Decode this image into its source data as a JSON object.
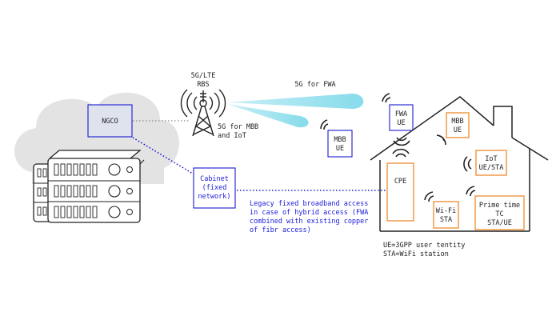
{
  "ngco": {
    "label": "NGCO"
  },
  "rbs": {
    "label_line1": "5G/LTE",
    "label_line2": "RBS"
  },
  "beams": {
    "fwa_label": "5G for FWA",
    "mbb_label_line1": "5G for MBB",
    "mbb_label_line2": "and IoT"
  },
  "cabinet": {
    "line1": "Cabinet",
    "line2": "(fixed",
    "line3": "network)"
  },
  "legacy_note": {
    "line1": "Legacy fixed broadband access",
    "line2": "in case of hybrid access (FWA",
    "line3": "combined with existing copper",
    "line4": "of fibr access)"
  },
  "mbb_ue_outside": {
    "line1": "MBB",
    "line2": "UE"
  },
  "house": {
    "fwa_ue": {
      "line1": "FWA",
      "line2": "UE"
    },
    "mbb_ue": {
      "line1": "MBB",
      "line2": "UE"
    },
    "iot": {
      "line1": "IoT",
      "line2": "UE/STA"
    },
    "cpe": {
      "line1": "CPE"
    },
    "wifi_sta": {
      "line1": "Wi-Fi",
      "line2": "STA"
    },
    "prime_time": {
      "line1": "Prime time",
      "line2": "TC",
      "line3": "STA/UE"
    }
  },
  "legend": {
    "line1": "UE=3GPP user tentity",
    "line2": "STA=WiFi station"
  },
  "colors": {
    "blue": "#1a1ad0",
    "orange": "#ef8a2e",
    "cloud": "#e3e3e3",
    "beam": "#8fdcec"
  },
  "icons": [
    "cloud-icon",
    "server-rack-icon",
    "antenna-tower-icon",
    "wireless-signal-icon",
    "house-outline-icon"
  ]
}
